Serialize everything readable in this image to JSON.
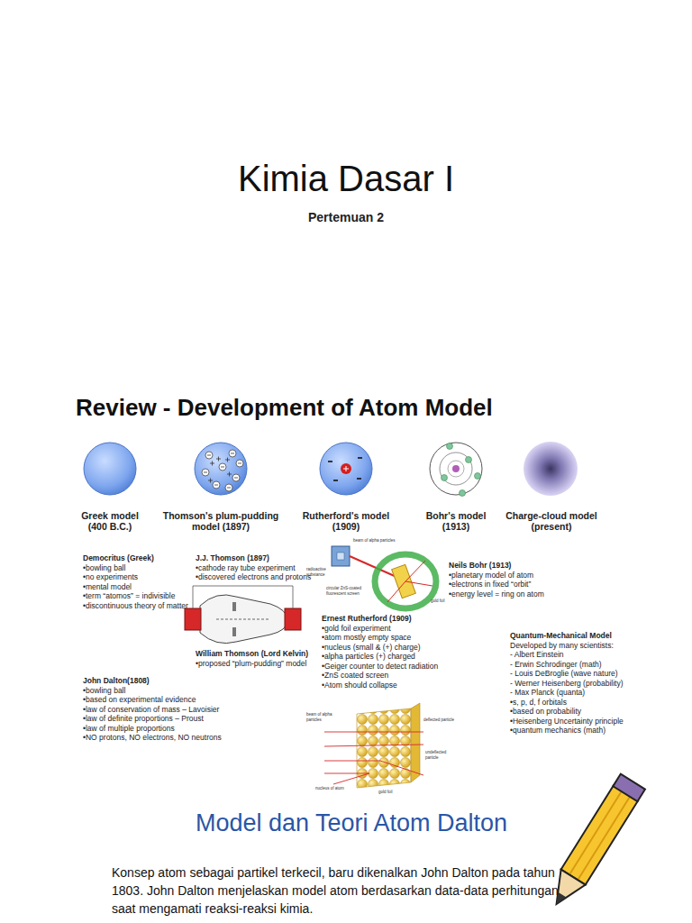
{
  "diagram": {
    "title": "Kimia Dasar I",
    "labels": [
      "Pertemuan 2",
      "Review - Development of Atom Model",
      "Greek model (400 B.C.)",
      "Thomson's plum-pudding model (1897)",
      "Rutherford's model (1909)",
      "Bohr's model (1913)",
      "Charge-cloud model (present)",
      "Democritus (Greek)",
      "•bowling ball",
      "•no experiments",
      "•mental model",
      "•term “atomos” = indivisible",
      "•discontinuous theory of matter",
      "J.J. Thomson (1897)",
      "•cathode ray tube experiment",
      "•discovered electrons and protons",
      "William Thomson (Lord Kelvin)",
      "•proposed “plum-pudding” model",
      "Neils Bohr (1913)",
      "•planetary model of atom",
      "•electrons in fixed “orbit”",
      "•energy level = ring on atom",
      "Ernest Rutherford (1909)",
      "•gold foil experiment",
      "•atom mostly empty space",
      "•nucleus (small & (+) charge)",
      "•alpha particles (+) charged",
      "•Geiger counter to detect radiation",
      "•ZnS coated screen",
      "•Atom should collapse",
      "Quantum-Mechanical Model",
      "Developed by many scientists:",
      "- Albert Einstein",
      "- Erwin Schrodinger (math)",
      "- Louis DeBroglie (wave nature)",
      "- Werner Heisenberg (probability)",
      "- Max Planck (quanta)",
      "•s, p, d, f orbitals",
      "•based on probability",
      "•Heisenberg Uncertainty principle",
      "•quantum mechanics (math)",
      "John Dalton(1808)",
      "•bowling ball",
      "•based on experimental evidence",
      "•law of conservation of mass – Lavoisier",
      "•law of definite proportions – Proust",
      "•law of multiple proportions",
      "•NO protons, NO electrons, NO neutrons",
      "Model dan Teori Atom Dalton",
      "Konsep atom sebagai partikel terkecil, baru dikenalkan John Dalton pada tahun 1803. John Dalton menjelaskan model atom berdasarkan data-data perhitungan saat mengamati reaksi-reaksi kimia.",
      "beam of alpha particles",
      "radioactive substance",
      "circular ZnS-coated fluorescent screen",
      "gold foil",
      "beam of alpha particles",
      "deflected particle",
      "undeflected particle",
      "nucleus of atom",
      "gold foil"
    ]
  }
}
